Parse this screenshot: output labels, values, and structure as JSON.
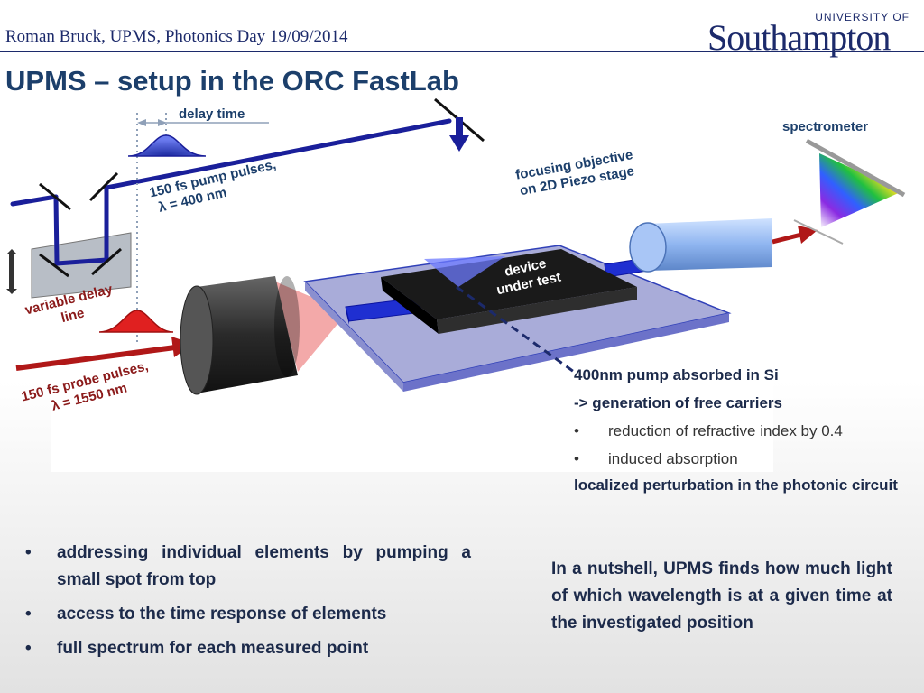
{
  "header": {
    "text": "Roman Bruck, UPMS, Photonics Day 19/09/2014"
  },
  "logo": {
    "small": "UNIVERSITY OF",
    "big": "Southampton"
  },
  "title": "UPMS – setup in the ORC FastLab",
  "diagram": {
    "delay_time": "delay time",
    "spectrometer": "spectrometer",
    "pump_line1": "150 fs pump pulses,",
    "pump_line2": "λ = 400 nm",
    "objective_line1": "focusing objective",
    "objective_line2": "on 2D Piezo stage",
    "device_line1": "device",
    "device_line2": "under test",
    "variable_line1": "variable delay",
    "variable_line2": "line",
    "probe_line1": "150 fs probe pulses,",
    "probe_line2": "λ = 1550 nm"
  },
  "info": {
    "line1": "400nm pump absorbed in Si",
    "line2": "-> generation of free carriers",
    "items": [
      "reduction of refractive index by 0.4",
      "induced absorption"
    ],
    "line3": "localized perturbation in the photonic circuit"
  },
  "bullets": [
    "addressing individual elements by pumping a small spot from top",
    "access to the time response of elements",
    "full spectrum for each measured point"
  ],
  "nutshell": "In a nutshell, UPMS finds how much light of which wavelength is at a given time at the investigated position"
}
